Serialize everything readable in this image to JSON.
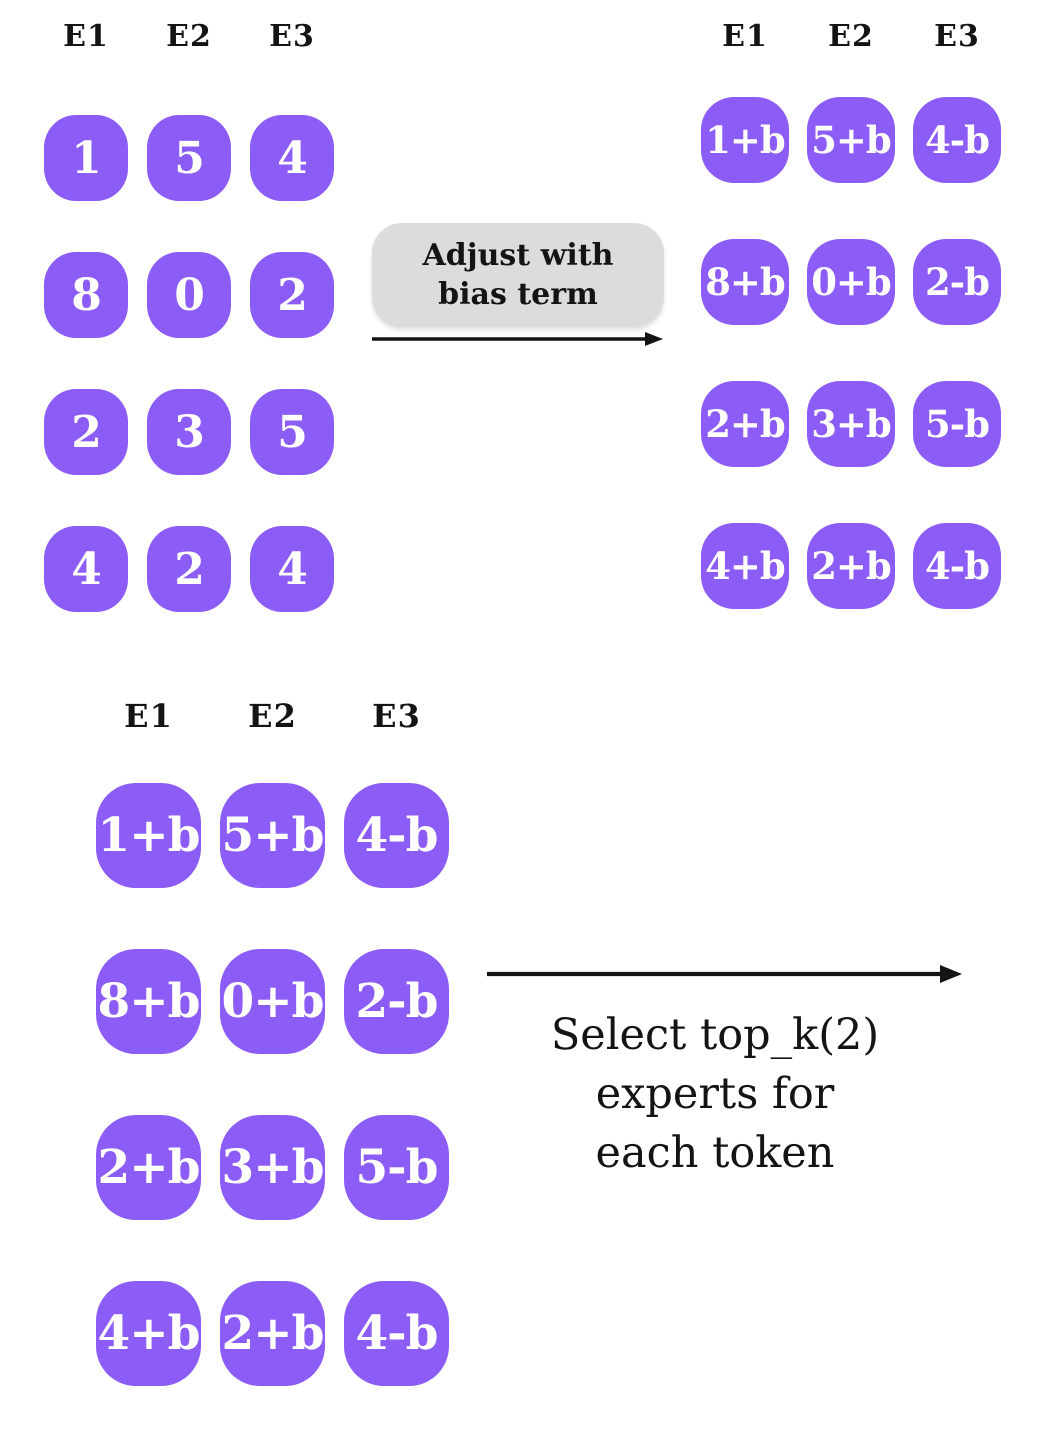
{
  "colors": {
    "square_bg": "#8b5cf6",
    "square_text": "#ffffff",
    "label_box_bg": "#dcdcdc",
    "text": "#141414",
    "arrow": "#141414",
    "background": "#ffffff"
  },
  "top_left_grid": {
    "headers": [
      "E1",
      "E2",
      "E3"
    ],
    "rows": [
      [
        "1",
        "5",
        "4"
      ],
      [
        "8",
        "0",
        "2"
      ],
      [
        "2",
        "3",
        "5"
      ],
      [
        "4",
        "2",
        "4"
      ]
    ]
  },
  "top_right_grid": {
    "headers": [
      "E1",
      "E2",
      "E3"
    ],
    "rows": [
      [
        "1+b",
        "5+b",
        "4-b"
      ],
      [
        "8+b",
        "0+b",
        "2-b"
      ],
      [
        "2+b",
        "3+b",
        "5-b"
      ],
      [
        "4+b",
        "2+b",
        "4-b"
      ]
    ]
  },
  "bias_label": {
    "line1": "Adjust with",
    "line2": "bias term"
  },
  "bottom_grid": {
    "headers": [
      "E1",
      "E2",
      "E3"
    ],
    "rows": [
      [
        "1+b",
        "5+b",
        "4-b"
      ],
      [
        "8+b",
        "0+b",
        "2-b"
      ],
      [
        "2+b",
        "3+b",
        "5-b"
      ],
      [
        "4+b",
        "2+b",
        "4-b"
      ]
    ]
  },
  "select_caption": {
    "line1": "Select top_k(2)",
    "line2": "experts for",
    "line3": "each token"
  }
}
